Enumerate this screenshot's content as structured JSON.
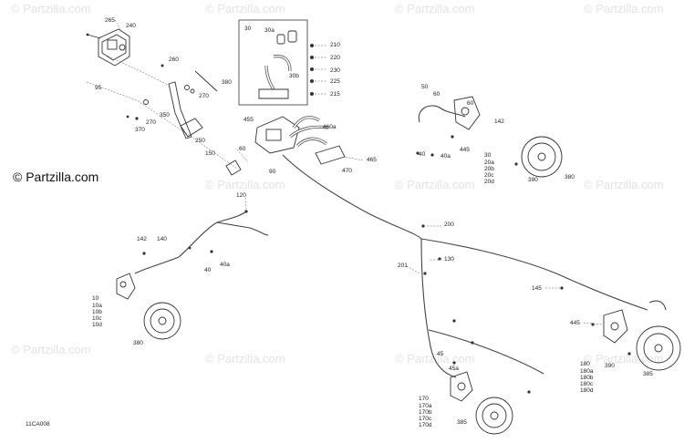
{
  "watermark": "© Partzilla.com",
  "brand_watermark": "© Partzilla.com",
  "figure_code": "11CA008",
  "callouts": {
    "c265": "265",
    "c240": "240",
    "c260": "260",
    "c95": "95",
    "c380a": "380",
    "c270a": "270",
    "c350": "350",
    "c270b": "270",
    "c370": "370",
    "c250": "250",
    "c30top": "30",
    "c30a_top": "30a",
    "c30b_top": "30b",
    "c210": "210",
    "c220": "220",
    "c230": "230",
    "c225": "225",
    "c215": "215",
    "c455": "455",
    "c460a": "460a",
    "c150": "150",
    "c60a": "60",
    "c90": "90",
    "c465": "465",
    "c470": "470",
    "c50": "50",
    "c60b": "60",
    "c60c": "60",
    "c142a": "142",
    "c445a": "445",
    "c40a": "40",
    "c40a2": "40a",
    "c30list": [
      "30",
      "20a",
      "20b",
      "20c",
      "20d"
    ],
    "c390a": "390",
    "c380b": "380",
    "c120": "120",
    "c200": "200",
    "c130": "130",
    "c201": "201",
    "c142b": "142",
    "c140": "140",
    "c40b": "40a",
    "c40c": "40",
    "c10list": [
      "10",
      "10a",
      "10b",
      "10c",
      "10d"
    ],
    "c380c": "380",
    "c145": "145",
    "c445b": "445",
    "c180list": [
      "180",
      "180a",
      "180b",
      "180c",
      "180d"
    ],
    "c390b": "390",
    "c385a": "385",
    "c45": "45",
    "c45a": "45a",
    "c170list": [
      "170",
      "170a",
      "170b",
      "170c",
      "170d"
    ],
    "c385b": "385"
  }
}
